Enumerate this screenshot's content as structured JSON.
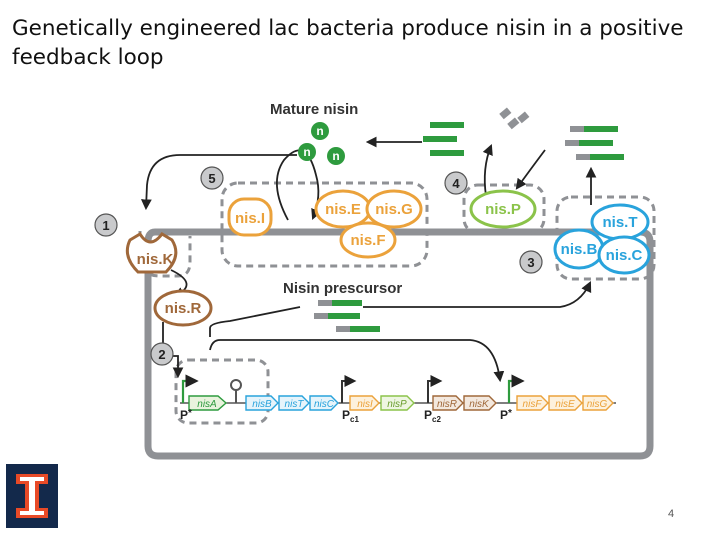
{
  "title": "Genetically engineered lac bacteria produce nisin in a positive feedback loop",
  "page_number": "4",
  "colors": {
    "orange": "#eba23b",
    "brown": "#a0683a",
    "green": "#8bc34a",
    "dark_green": "#2e9b3e",
    "blue": "#29a3dc",
    "gray": "#8f9195",
    "dashed": "#8f9195",
    "purple": "#9b59b6",
    "logo_blue": "#13294b",
    "logo_orange": "#e84a27"
  },
  "diagram": {
    "mature_nisin_label": "Mature nisin",
    "nisin_precursor_label": "Nisin prescursor",
    "nisin_n": "n",
    "steps": [
      "1",
      "2",
      "3",
      "4",
      "5"
    ],
    "proteins": {
      "nisI": "nis.I",
      "nisE": "nis.E",
      "nisG": "nis.G",
      "nisF": "nis.F",
      "nisP": "nis.P",
      "nisT": "nis.T",
      "nisB": "nis.B",
      "nisC": "nis.C",
      "nisK": "nis.K",
      "nisR": "nis.R"
    },
    "genes": [
      "nisA",
      "nisB",
      "nisT",
      "nisC",
      "nisI",
      "nisP",
      "nisR",
      "nisK",
      "nisF",
      "nisE",
      "nisG"
    ],
    "promoters": {
      "p_star": "P",
      "star": "*",
      "p_c1": "P",
      "c1": "c1",
      "p_c2": "P",
      "c2": "c2"
    }
  }
}
